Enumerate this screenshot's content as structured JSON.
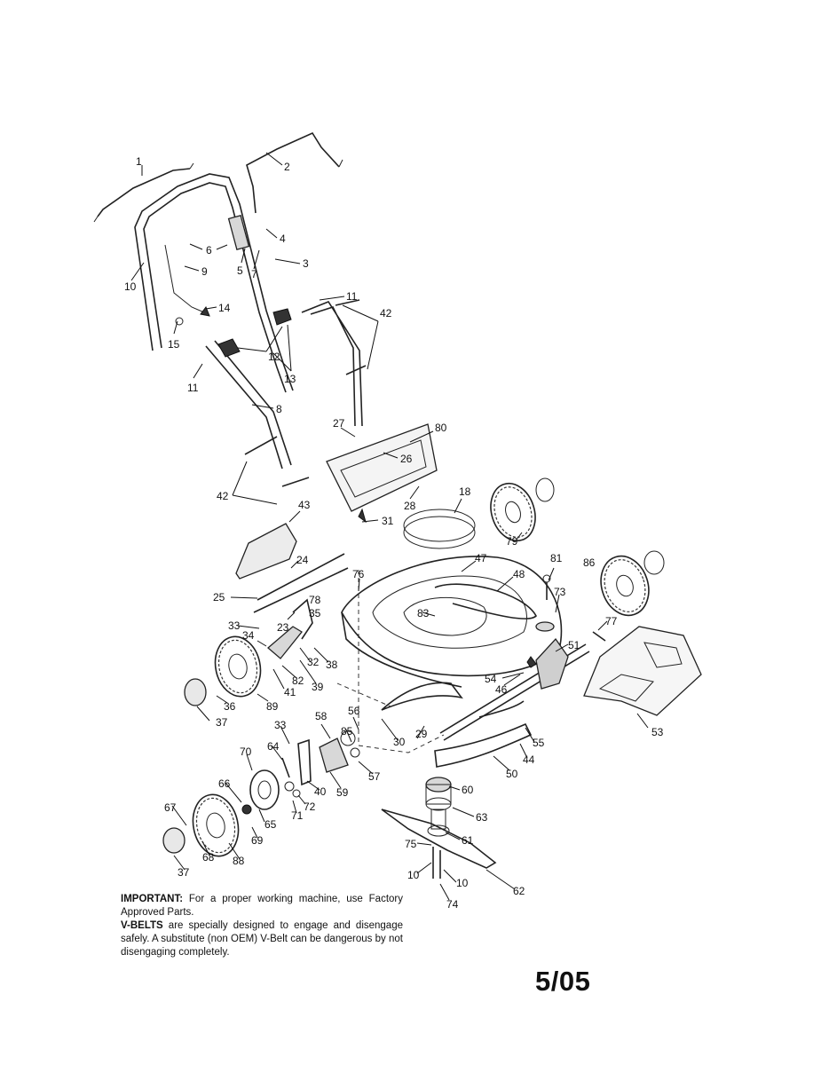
{
  "diagram": {
    "part_labels": [
      "1",
      "2",
      "3",
      "4",
      "5",
      "6",
      "7",
      "9",
      "10",
      "11",
      "42",
      "14",
      "15",
      "12",
      "11",
      "13",
      "8",
      "27",
      "80",
      "26",
      "42",
      "28",
      "18",
      "31",
      "43",
      "24",
      "25",
      "33",
      "34",
      "23",
      "78",
      "76",
      "83",
      "47",
      "48",
      "81",
      "86",
      "73",
      "77",
      "51",
      "54",
      "46",
      "53",
      "79",
      "36",
      "37",
      "89",
      "41",
      "82",
      "39",
      "32",
      "38",
      "35",
      "58",
      "56",
      "85",
      "33",
      "64",
      "70",
      "66",
      "67",
      "65",
      "69",
      "68",
      "37",
      "88",
      "72",
      "71",
      "40",
      "59",
      "57",
      "29",
      "30",
      "55",
      "44",
      "50",
      "60",
      "63",
      "61",
      "75",
      "10",
      "10",
      "74",
      "62"
    ]
  },
  "notes": {
    "important_label": "IMPORTANT:",
    "important_text": " For a proper working machine, use Factory Approved Parts.",
    "vbelts_label": "V-BELTS",
    "vbelts_text": " are specially designed to engage and disengage safely. A substitute (non OEM) V-Belt can be dangerous by not disengaging completely."
  },
  "page_code": "5/05"
}
